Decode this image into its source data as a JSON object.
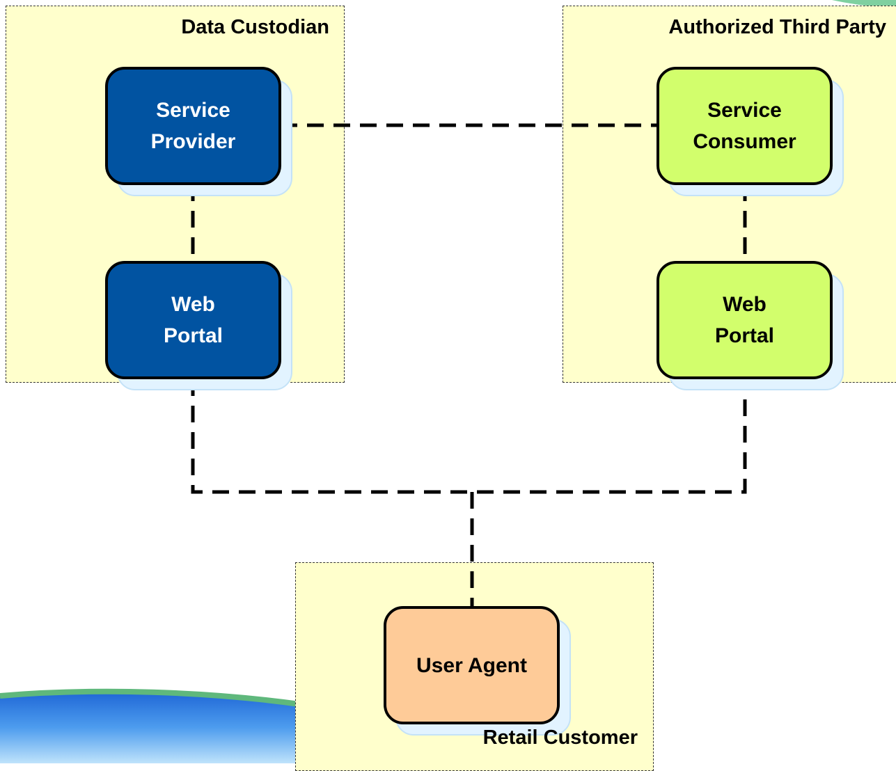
{
  "diagram": {
    "groups": {
      "data_custodian": {
        "title": "Data Custodian"
      },
      "third_party": {
        "title": "Authorized Third Party"
      },
      "retail_customer": {
        "title": "Retail Customer"
      }
    },
    "nodes": {
      "service_provider": {
        "label": "Service\nProvider"
      },
      "dc_web_portal": {
        "label": "Web\nPortal"
      },
      "service_consumer": {
        "label": "Service\nConsumer"
      },
      "tp_web_portal": {
        "label": "Web\nPortal"
      },
      "user_agent": {
        "label": "User Agent"
      }
    }
  },
  "colors": {
    "group_fill": "#ffffcc",
    "provider_blue": "#0153a1",
    "consumer_green": "#d2fe6c",
    "agent_orange": "#fecb98"
  }
}
